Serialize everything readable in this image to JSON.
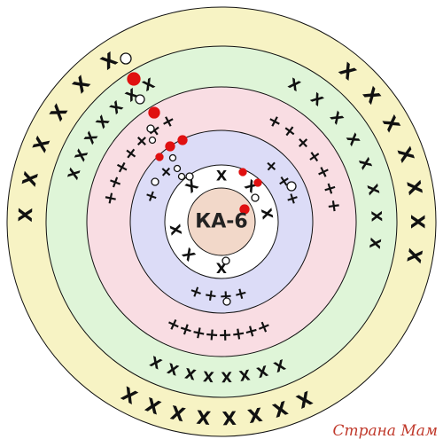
{
  "title": "КА-6",
  "watermark": "Страна Мам",
  "colors": {
    "ring5": "#f7f3c4",
    "ring4": "#dff5d8",
    "ring3": "#f9dde3",
    "ring2": "#dcdcf7",
    "ring1": "#ffffff",
    "core": "#f2d8c9",
    "outline": "#111111",
    "red": "#e01010",
    "watermark": "#c0392b"
  },
  "symbols": {
    "cross": "X",
    "plus": "+"
  }
}
